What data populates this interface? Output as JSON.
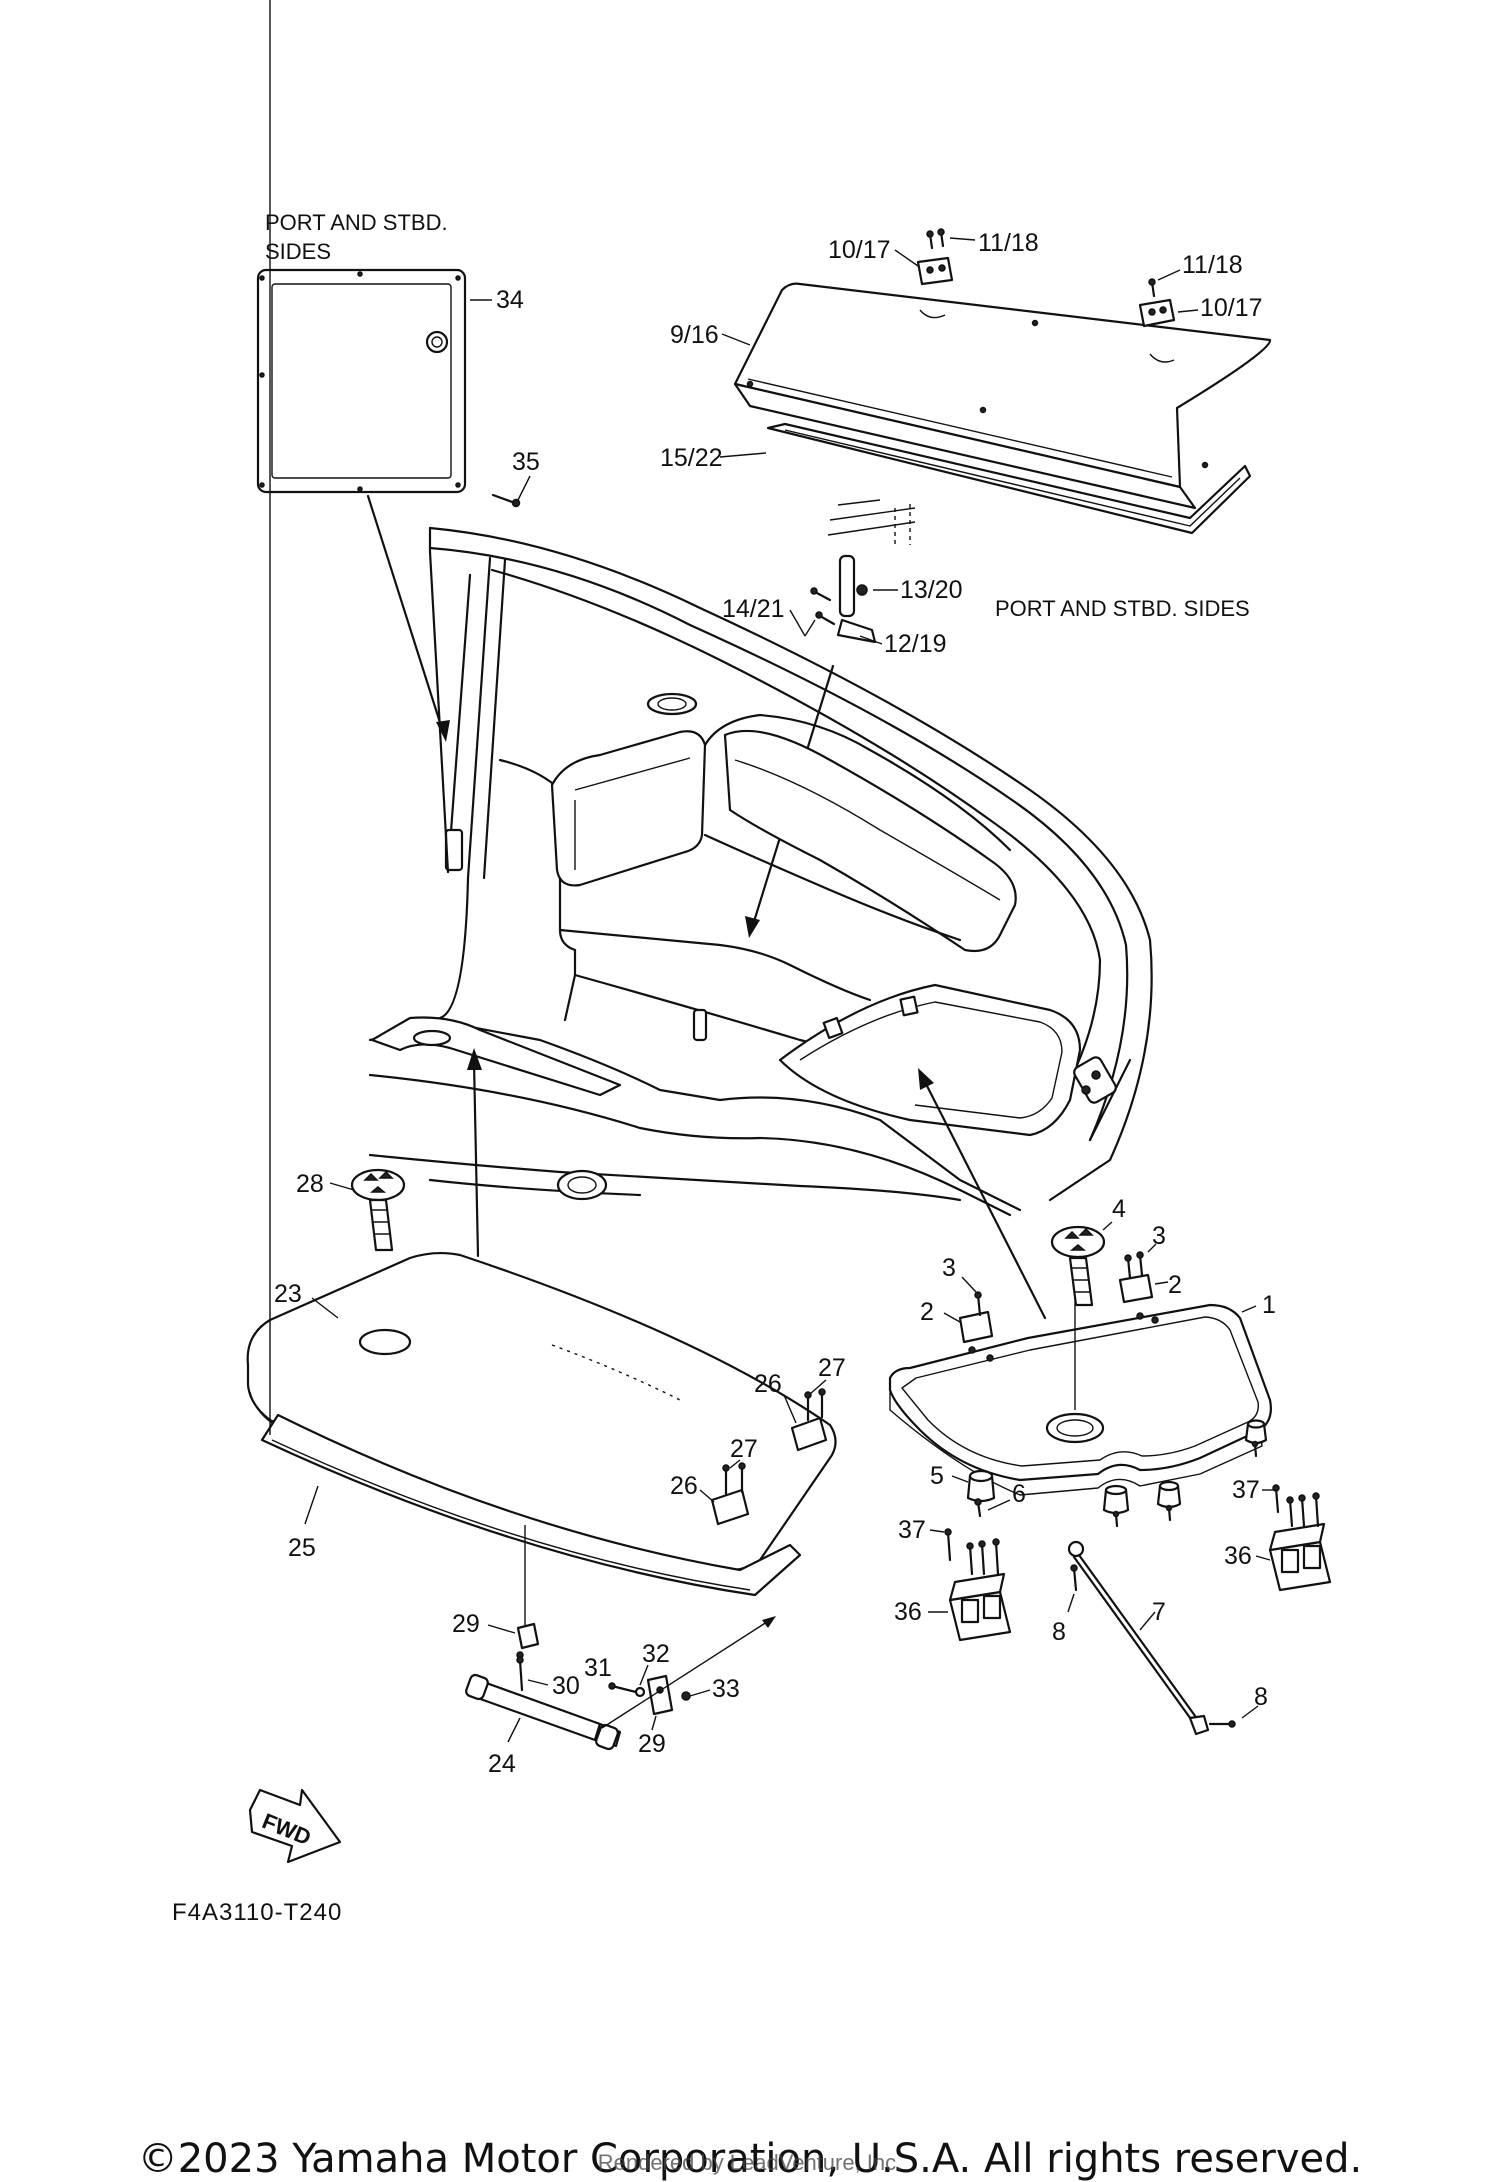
{
  "diagram": {
    "notes": {
      "door_sides": [
        "PORT AND STBD.",
        "SIDES"
      ],
      "latch_sides": "PORT AND STBD. SIDES"
    },
    "callouts": {
      "c1": "1",
      "c2a": "2",
      "c2b": "2",
      "c3a": "3",
      "c3b": "3",
      "c4": "4",
      "c5": "5",
      "c6": "6",
      "c7": "7",
      "c8a": "8",
      "c8b": "8",
      "c9_16": "9/16",
      "c10_17a": "10/17",
      "c10_17b": "10/17",
      "c11_18a": "11/18",
      "c11_18b": "11/18",
      "c12_19": "12/19",
      "c13_20": "13/20",
      "c14_21": "14/21",
      "c15_22": "15/22",
      "c23": "23",
      "c24": "24",
      "c25": "25",
      "c26a": "26",
      "c26b": "26",
      "c27a": "27",
      "c27b": "27",
      "c28": "28",
      "c29a": "29",
      "c29b": "29",
      "c30": "30",
      "c31": "31",
      "c32": "32",
      "c33": "33",
      "c34": "34",
      "c35": "35",
      "c36a": "36",
      "c36b": "36",
      "c37a": "37",
      "c37b": "37"
    },
    "fwd_label": "FWD",
    "figure_code": "F4A3110-T240"
  },
  "footer": {
    "copyright": "©2023 Yamaha Motor Corporation, U.S.A. All rights reserved.",
    "rendered_by": "Rendered by LeadVenture, Inc."
  },
  "colors": {
    "ink": "#111111",
    "background": "#ffffff"
  }
}
